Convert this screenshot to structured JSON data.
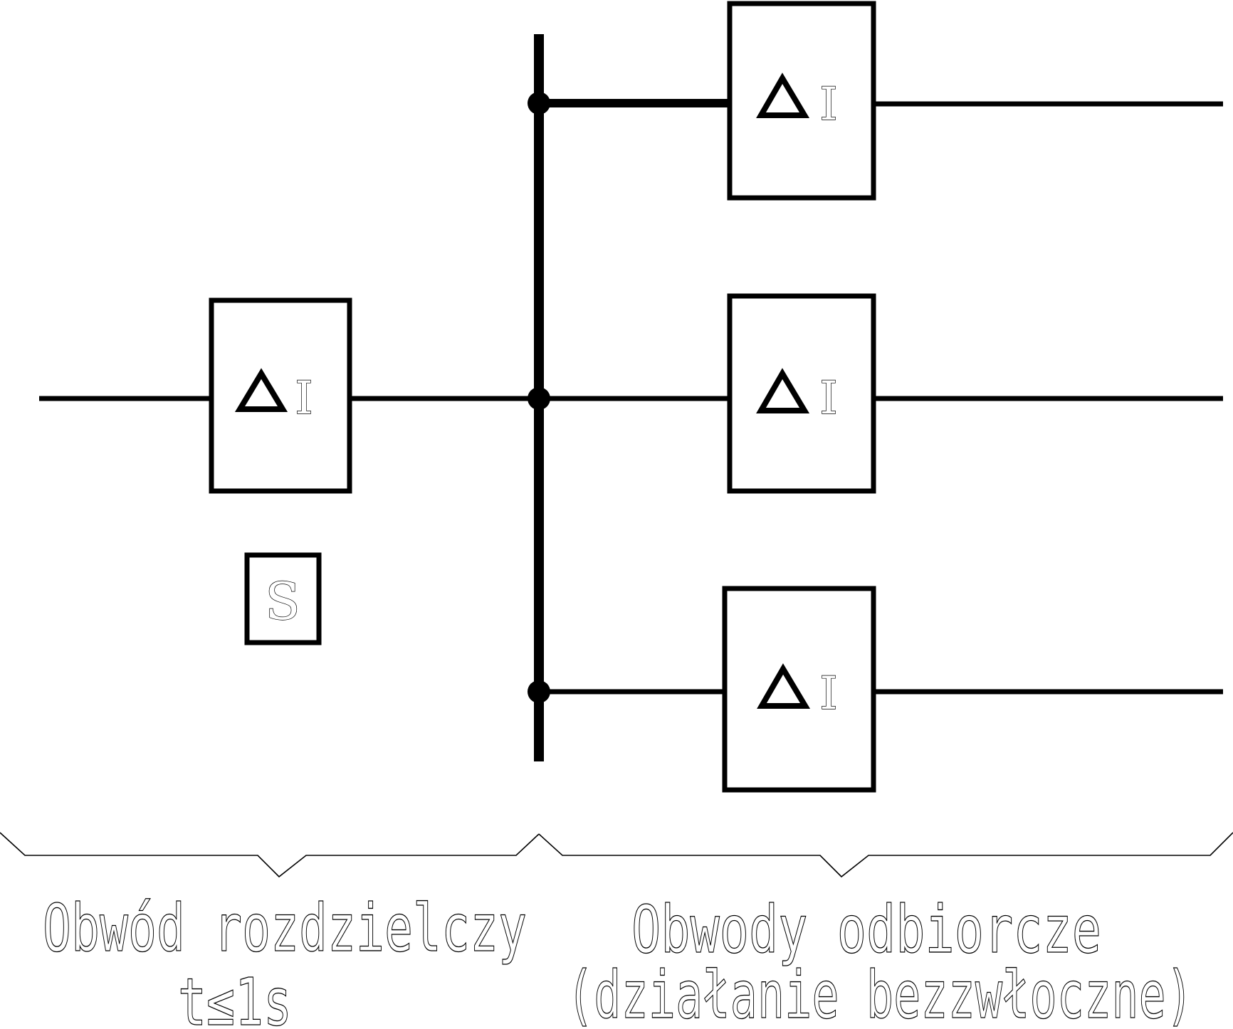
{
  "relays": {
    "main": {
      "symbol": "Δ",
      "current": "I"
    },
    "branch_1": {
      "symbol": "Δ",
      "current": "I"
    },
    "branch_2": {
      "symbol": "Δ",
      "current": "I"
    },
    "branch_3": {
      "symbol": "Δ",
      "current": "I"
    }
  },
  "selective_mark": "S",
  "labels": {
    "distribution_title": "Obwód rozdzielczy",
    "distribution_time": "t≤1s",
    "receiver_title": "Obwody odbiorcze",
    "receiver_note": "(działanie bezzwłoczne)"
  }
}
